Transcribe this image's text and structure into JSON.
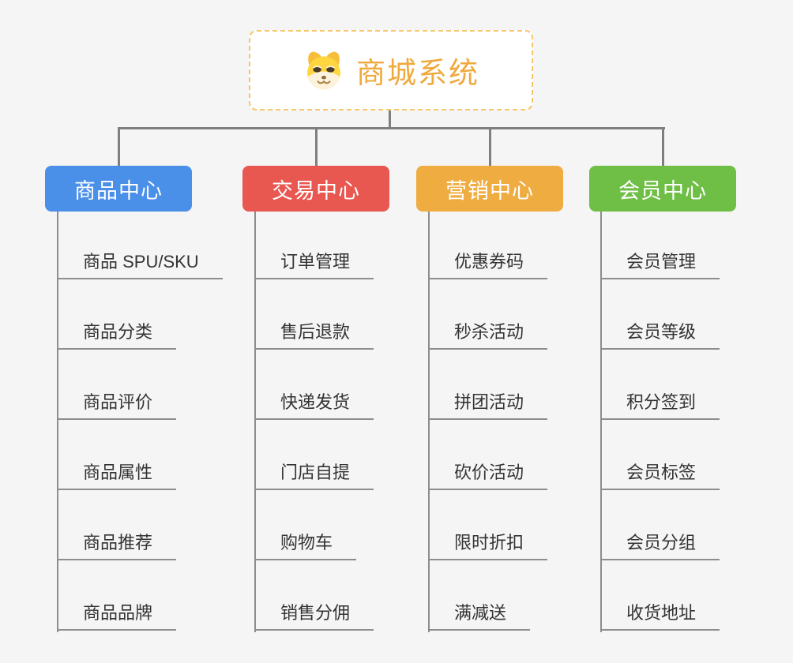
{
  "page": {
    "background_color": "#f5f5f5"
  },
  "root": {
    "title": "商城系统",
    "icon": "dog-face-icon",
    "title_color": "#efa93d",
    "border_color": "#f6c669"
  },
  "connectors": {
    "color": "#7f7f7f"
  },
  "tree": {
    "leaf_line_color": "#8d8d8d",
    "leaf_text_color": "#333333"
  },
  "branches": [
    {
      "label": "商品中心",
      "color": "#4a8fe8",
      "items": [
        "商品 SPU/SKU",
        "商品分类",
        "商品评价",
        "商品属性",
        "商品推荐",
        "商品品牌"
      ]
    },
    {
      "label": "交易中心",
      "color": "#e85750",
      "items": [
        "订单管理",
        "售后退款",
        "快递发货",
        "门店自提",
        "购物车",
        "销售分佣"
      ]
    },
    {
      "label": "营销中心",
      "color": "#efac41",
      "items": [
        "优惠券码",
        "秒杀活动",
        "拼团活动",
        "砍价活动",
        "限时折扣",
        "满减送"
      ]
    },
    {
      "label": "会员中心",
      "color": "#6fbe45",
      "items": [
        "会员管理",
        "会员等级",
        "积分签到",
        "会员标签",
        "会员分组",
        "收货地址"
      ]
    }
  ]
}
